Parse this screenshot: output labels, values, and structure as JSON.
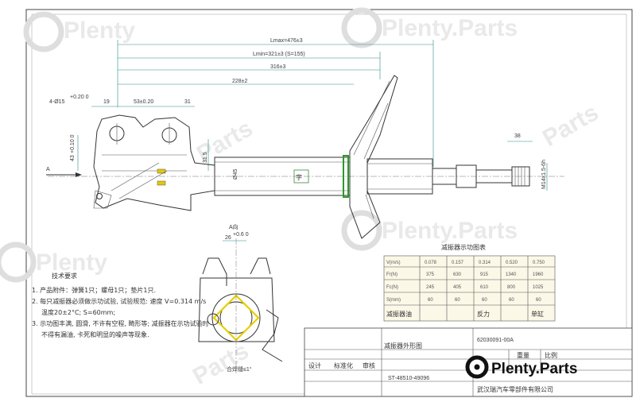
{
  "watermark": {
    "brand": "Plenty.Parts",
    "short": "Plenty",
    "parts": "Parts"
  },
  "dimensions": {
    "lmax": "Lmax=476±3",
    "lmin": "Lmin=321±3 (S=155)",
    "d316": "316±3",
    "d228": "228±2",
    "d4015": "4-Ø15",
    "d4015_tol": "+0.20 0",
    "d19": "19",
    "d53": "53±0.20",
    "d31": "31",
    "d43": "43",
    "d43_tol": "+0.10 0",
    "d315": "31.5",
    "d45": "Ø45",
    "d38": "38",
    "thread": "M14x1.5-6h",
    "view_a_label": "A",
    "view_a_title": "A向",
    "d26": "26",
    "d26_tol": "+0.6 0",
    "bottom_note": "合焊缝≤1°"
  },
  "body_label": "字",
  "requirements": {
    "title": "技术要求",
    "lines": [
      "1. 产品附件：弹簧1只；螺母1只；垫片1只.",
      "2. 每只减振器必须做示功试验, 试验规范: 速度 V=0.314 m/s",
      "温度20±2°C; S=60mm;",
      "3. 示功图丰满, 圆滑, 不许有空程, 畸形等; 减振器在示功试验时",
      "不得有漏油, 卡死和明显的噪声等现象."
    ]
  },
  "force_table": {
    "title": "减振器示功图表",
    "col_values": [
      "0.078",
      "0.157",
      "0.314",
      "0.520",
      "0.750"
    ],
    "row_labels": [
      "V(m/s)",
      "Fr(N)",
      "Fc(N)",
      "S(mm)"
    ],
    "rows": [
      [
        "375",
        "630",
        "915",
        "1340",
        "1960"
      ],
      [
        "245",
        "405",
        "610",
        "800",
        "1025"
      ],
      [
        "60",
        "60",
        "60",
        "60",
        "60"
      ]
    ],
    "footer": [
      "减振器油",
      "反力",
      "单缸"
    ]
  },
  "title_block": {
    "name": "减振器外形图",
    "part_no": "62030091-00A",
    "ref_no": "ST-48510-49096",
    "company": "武汉瑞汽车零部件有限公司",
    "header_cells": [
      "重量",
      "比例"
    ],
    "sign_cells": [
      "设计",
      "标准化",
      "审核"
    ]
  },
  "footer_brand": {
    "logo": "Plenty.Parts"
  }
}
